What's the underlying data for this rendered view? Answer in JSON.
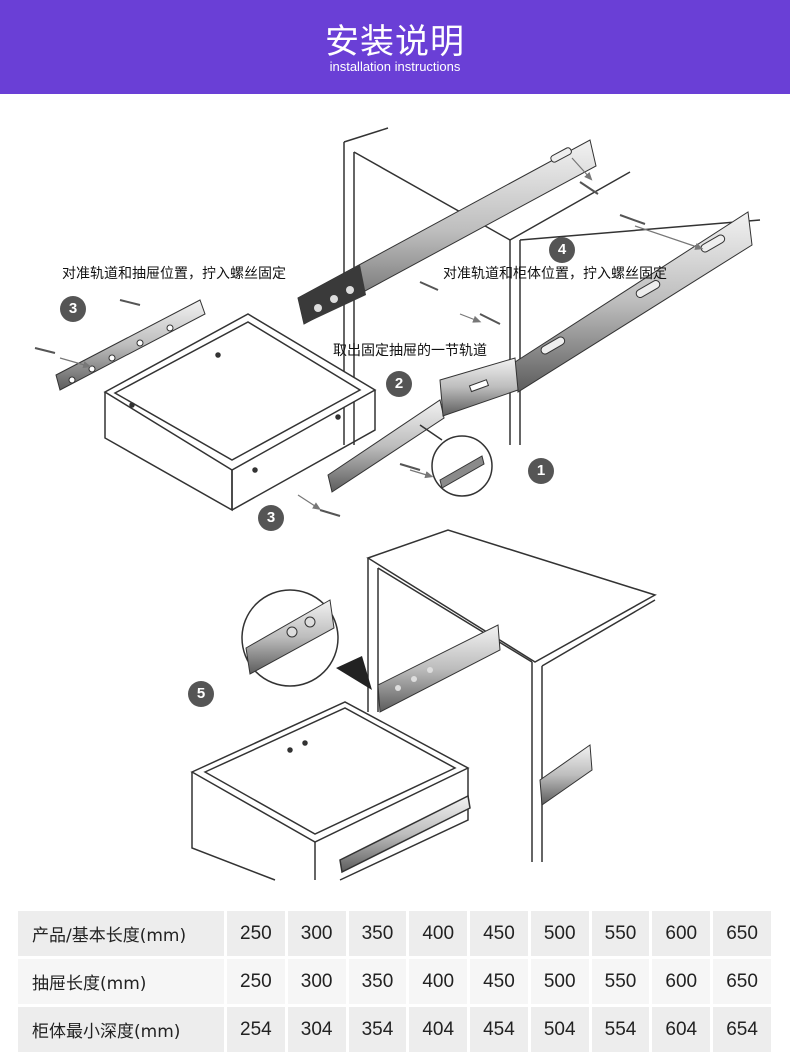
{
  "header": {
    "title": "安装说明",
    "subtitle": "installation instructions"
  },
  "labels": {
    "align_drawer": "对准轨道和抽屉位置，拧入螺丝固定",
    "align_cabinet": "对准轨道和柜体位置，拧入螺丝固定",
    "remove_rail": "取出固定抽屉的一节轨道"
  },
  "steps": {
    "s1": "1",
    "s2": "2",
    "s3a": "3",
    "s3b": "3",
    "s4": "4",
    "s5": "5"
  },
  "colors": {
    "header_bg": "#6a3fd6",
    "badge": "#555555",
    "table_row_odd": "#ededed",
    "table_row_even": "#f6f6f6"
  },
  "spec_table": {
    "rows": [
      {
        "label": "产品/基本长度(mm)",
        "values": [
          "250",
          "300",
          "350",
          "400",
          "450",
          "500",
          "550",
          "600",
          "650"
        ]
      },
      {
        "label": "抽屉长度(mm)",
        "values": [
          "250",
          "300",
          "350",
          "400",
          "450",
          "500",
          "550",
          "600",
          "650"
        ]
      },
      {
        "label": "柜体最小深度(mm)",
        "values": [
          "254",
          "304",
          "354",
          "404",
          "454",
          "504",
          "554",
          "604",
          "654"
        ]
      }
    ]
  }
}
